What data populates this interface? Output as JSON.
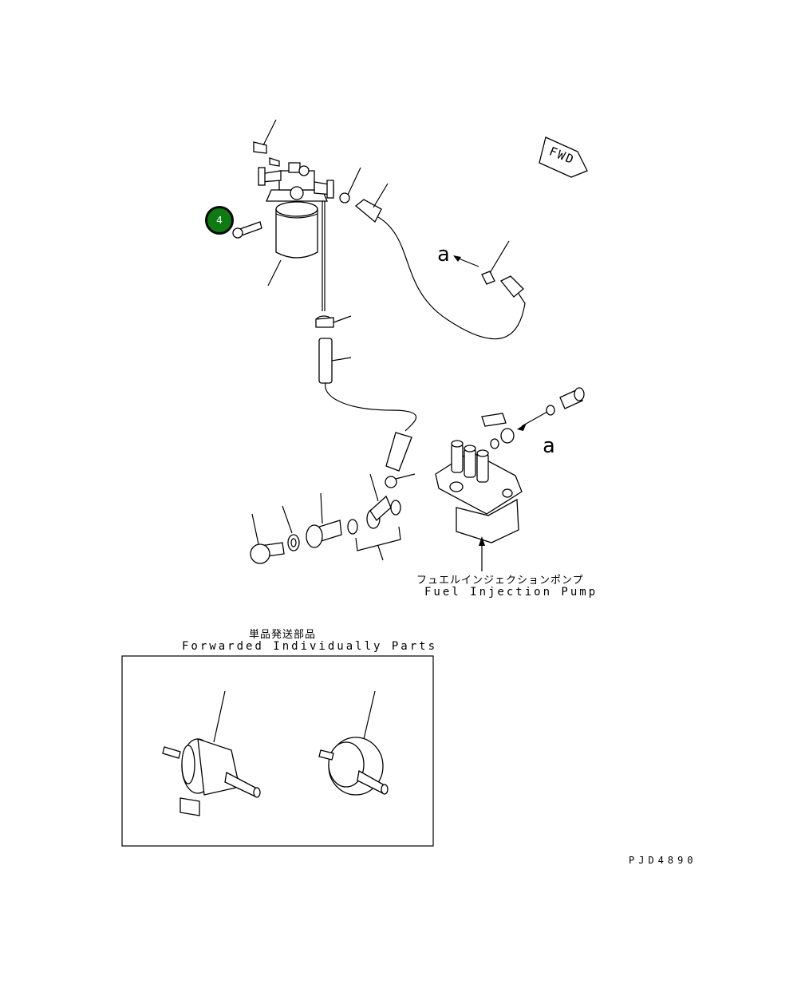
{
  "fwd_label": "FWD",
  "marker_a": "a",
  "pump_label_jp": "フュエルインジェクションポンプ",
  "pump_label_en": "Fuel Injection Pump",
  "section_title_jp": "単品発送部品",
  "section_title_en": "Forwarded Individually Parts",
  "drawing_code": "PJD4890",
  "callout": {
    "number": "4",
    "color": "#0e7a12"
  }
}
